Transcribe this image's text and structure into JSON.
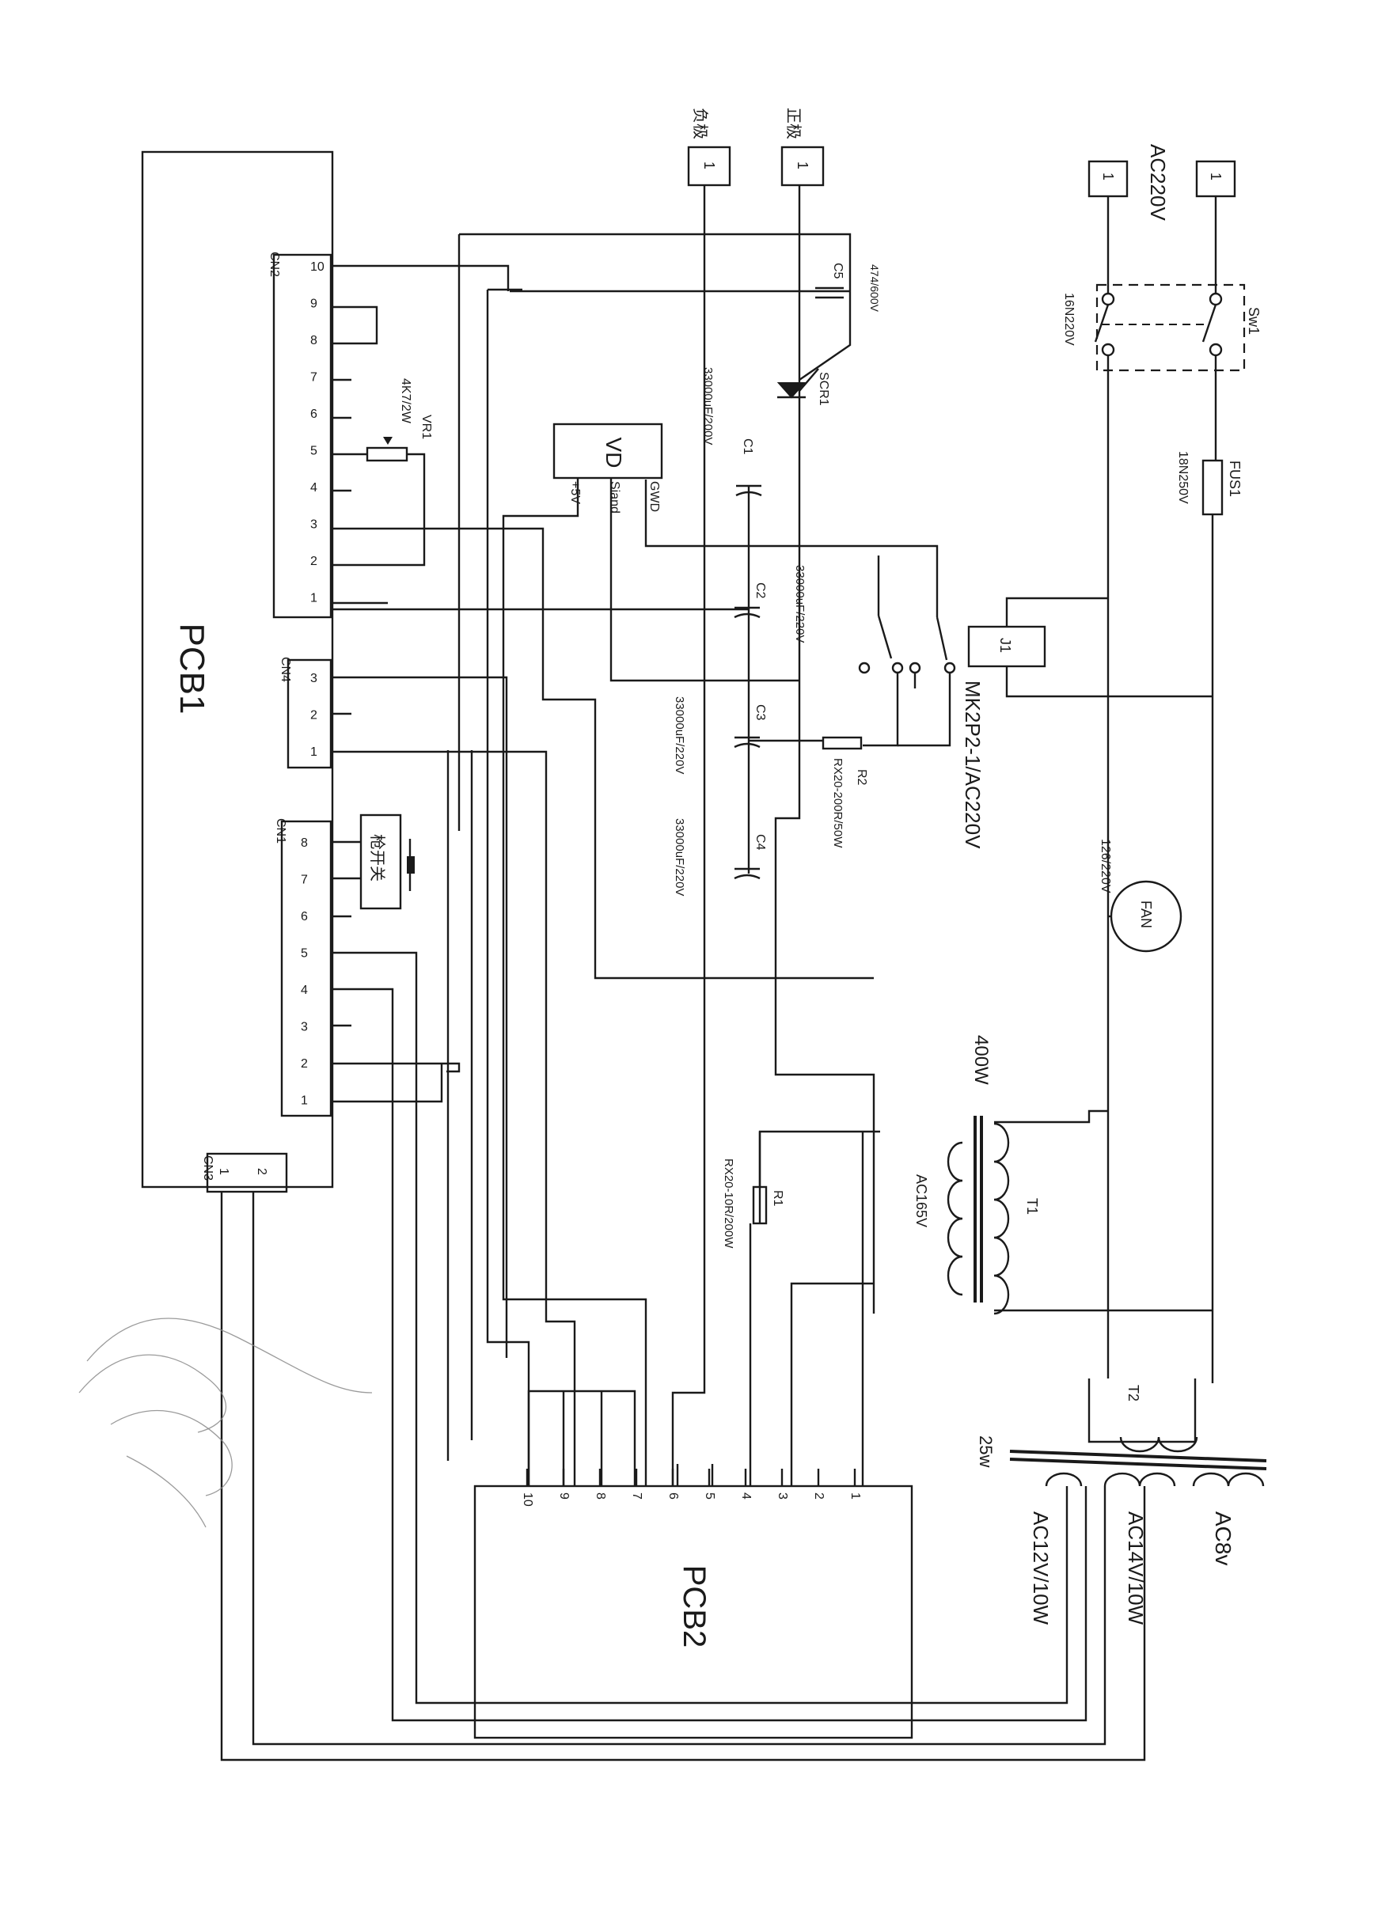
{
  "boards": {
    "pcb1": "PCB1",
    "pcb2": "PCB2",
    "vd": "VD"
  },
  "connectors": {
    "cn1": "CN1",
    "cn2": "CN2",
    "cn3": "CN3",
    "cn4": "CN4"
  },
  "pins": {
    "cn2": [
      "10",
      "9",
      "8",
      "7",
      "6",
      "5",
      "4",
      "3",
      "2",
      "1"
    ],
    "cn4": [
      "3",
      "2",
      "1"
    ],
    "cn1": [
      "8",
      "7",
      "6",
      "5",
      "4",
      "3",
      "2",
      "1"
    ],
    "cn3": [
      "1",
      "2"
    ],
    "pcb2": [
      "10",
      "9",
      "8",
      "7",
      "6",
      "5",
      "4",
      "3",
      "2",
      "1"
    ]
  },
  "vd_pins": {
    "gwd": "GWD",
    "siand": "Siand",
    "sv": "+5V"
  },
  "terminals": {
    "neg_label": "负极",
    "pos_label": "正极",
    "ac_label": "AC220V",
    "num": "1"
  },
  "components": {
    "sw1": "Sw1",
    "sw1_rating": "16N220V",
    "fus1": "FUS1",
    "fus1_rating": "18N250V",
    "j1": "J1",
    "relay": "MK2P2-1/AC220V",
    "fan": "FAN",
    "fan_rating": "126/220V",
    "c5": "C5",
    "c5_rating": "474/600V",
    "scr1": "SCR1",
    "c1": "C1",
    "c1_rating": "33000uF/200V",
    "c2": "C2",
    "c2_rating": "33000uF/220V",
    "c3": "C3",
    "c3_rating": "33000uF/220V",
    "c4": "C4",
    "c4_rating": "33000uF/220V",
    "r2": "R2",
    "r2_rating": "RX20-200R/50W",
    "vr1": "VR1",
    "vr1_rating": "4K7/2W",
    "trigger": "枪开关",
    "t1": "T1",
    "t1_power": "400W",
    "t1_secondary": "AC165V",
    "r1": "R1",
    "r1_rating": "RX20-10R/200W",
    "t2": "T2",
    "t2_power": "25w",
    "ac8": "AC8v",
    "ac14": "AC14V/10W",
    "ac12": "AC12V/10W"
  }
}
